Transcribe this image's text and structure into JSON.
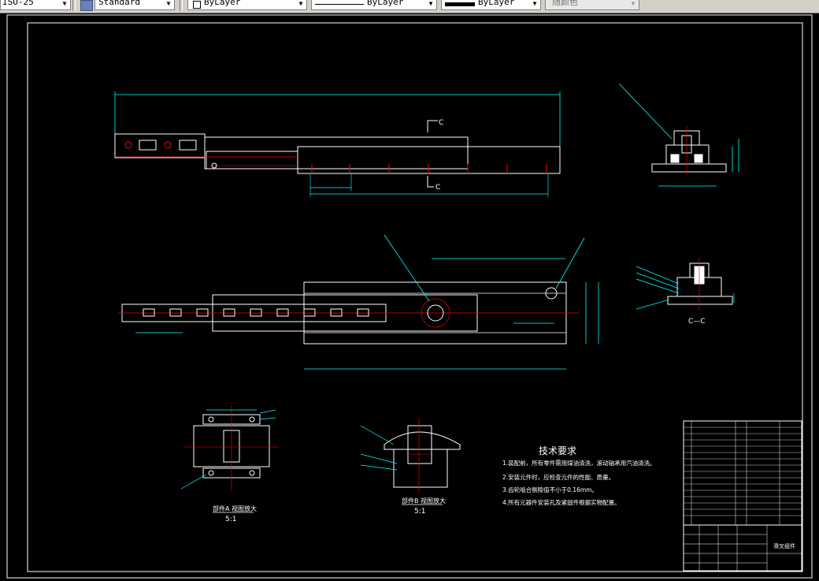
{
  "toolbar": {
    "dimstyle_value": "ISO-25",
    "textstyle_value": "Standard",
    "layer_value": "ByLayer",
    "linetype_value": "ByLayer",
    "lineweight_value": "ByLayer",
    "plotstyle_value": "随颜色"
  },
  "drawing": {
    "section_marker_top": "C",
    "section_marker_bottom": "C",
    "section_label": "C—C",
    "tech_req_title": "技术要求",
    "tech_req_items": [
      "1.装配前，所有零件需用煤油清洗，滚动轴承用汽油清洗。",
      "2.安装元件时，应检查元件的性能、质量。",
      "3.齿轮啮合侧隙值不小于0.16mm。",
      "4.所有元器件安装孔及紧固件根据实物配置。"
    ],
    "detail_a_caption": "部件A 视图放大",
    "detail_a_scale": "5:1",
    "detail_b_caption": "部件B 视图放大",
    "detail_b_scale": "5:1",
    "title_block_name": "滑叉组件"
  },
  "colors": {
    "background": "#000000",
    "outline": "#ffffff",
    "dimension": "#00ffff",
    "centerline": "#ff0000",
    "hatch": "#ff0000"
  }
}
